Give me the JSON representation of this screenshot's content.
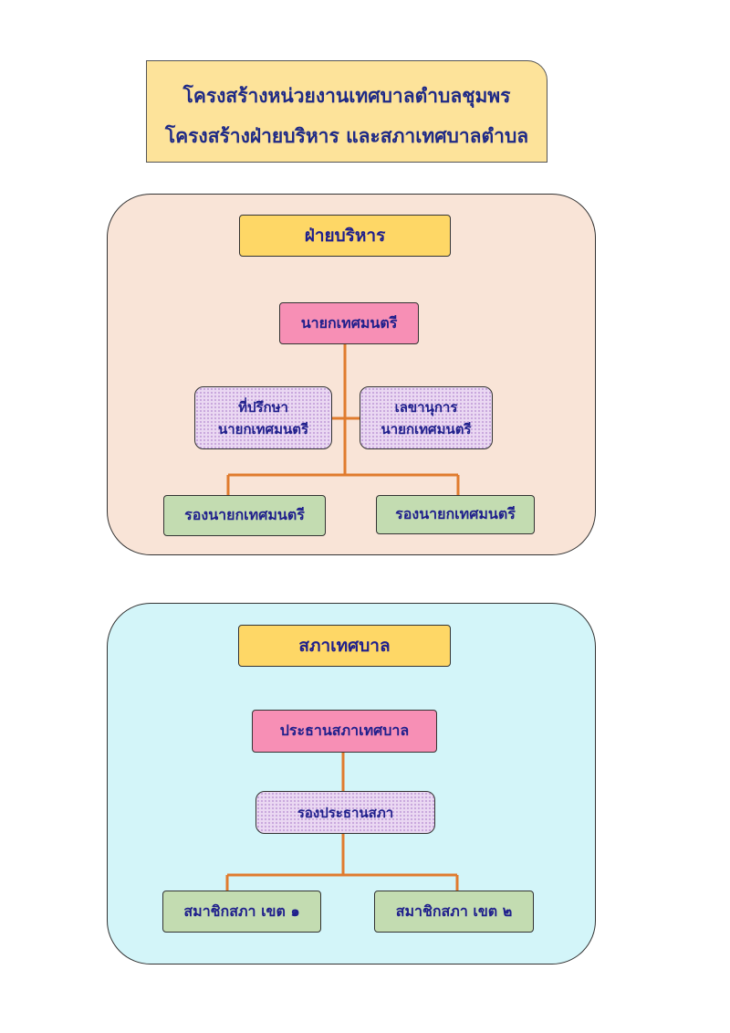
{
  "title": {
    "line1": "โครงสร้างหน่วยงานเทศบาลตำบลชุมพร",
    "line2": "โครงสร้างฝ่ายบริหาร และสภาเทศบาลตำบล"
  },
  "executive": {
    "header": "ฝ่ายบริหาร",
    "mayor": "นายกเทศมนตรี",
    "advisor": {
      "line1": "ที่ปรึกษา",
      "line2": "นายกเทศมนตรี"
    },
    "secretary": {
      "line1": "เลขานุการ",
      "line2": "นายกเทศมนตรี"
    },
    "deputies": [
      "รองนายกเทศมนตรี",
      "รองนายกเทศมนตรี"
    ]
  },
  "council": {
    "header": "สภาเทศบาล",
    "chair": "ประธานสภาเทศบาล",
    "vice_chair": "รองประธานสภา",
    "members": [
      "สมาชิกสภา เขต ๑",
      "สมาชิกสภา เขต ๒"
    ]
  },
  "colors": {
    "connector": "#e07b2e",
    "text": "#1f1f8c",
    "header_fill": "#fed766",
    "pink_fill": "#f78fb5",
    "green_fill": "#c3dcb1"
  }
}
